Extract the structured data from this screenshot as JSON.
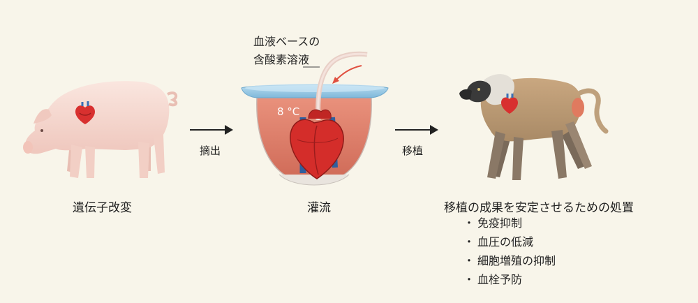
{
  "pig": {
    "caption": "遺伝子改変"
  },
  "step1": {
    "label": "摘出"
  },
  "bowl": {
    "solution_line1": "血液ベースの",
    "solution_line2": "含酸素溶液",
    "temperature": "8 °C",
    "caption": "灌流"
  },
  "step2": {
    "label": "移植"
  },
  "baboon": {
    "title": "移植の成果を安定させるための処置",
    "treatments": [
      {
        "bullet": "・",
        "text": "免疫抑制"
      },
      {
        "bullet": "・",
        "text": "血圧の低減"
      },
      {
        "bullet": "・",
        "text": "細胞増殖の抑制"
      },
      {
        "bullet": "・",
        "text": "血栓予防"
      }
    ]
  },
  "colors": {
    "background": "#f8f5ea",
    "pig_skin": "#f6d8d0",
    "heart_red": "#d8302f",
    "perfusate": "#e0806a",
    "bowl_rim": "#8fc4e3",
    "baboon_fur": "#c3a078",
    "arrow": "#222222",
    "inflow_arrow": "#e05040"
  }
}
